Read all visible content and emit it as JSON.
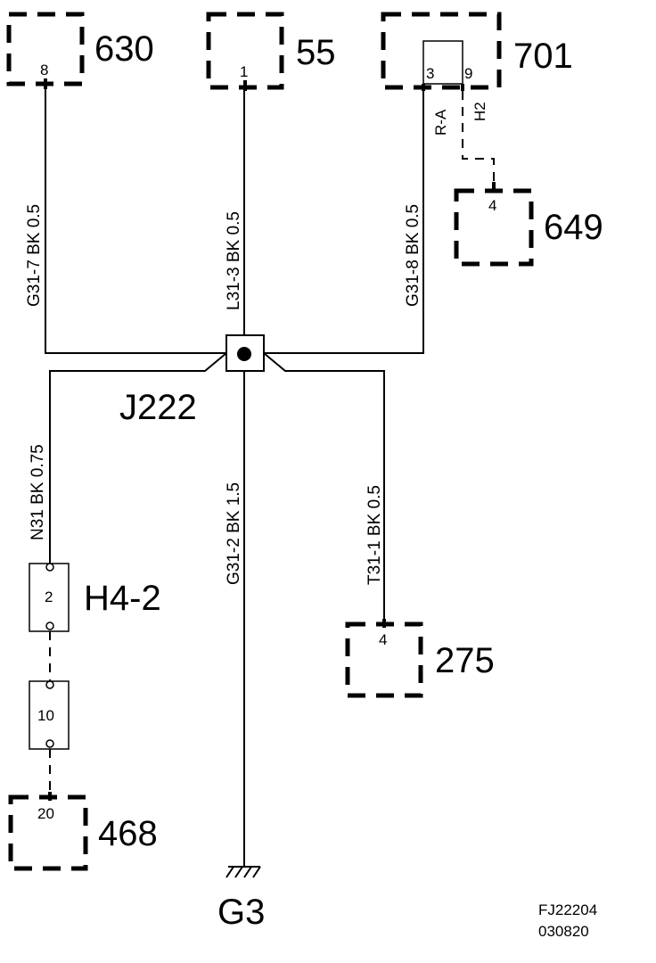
{
  "components": {
    "c630": {
      "id": "630",
      "pin": "8"
    },
    "c55": {
      "id": "55",
      "pin": "1"
    },
    "c701": {
      "id": "701",
      "pin_a": "3",
      "pin_b": "9"
    },
    "c649": {
      "id": "649",
      "pin": "4"
    },
    "c275": {
      "id": "275",
      "pin": "4"
    },
    "c468": {
      "id": "468",
      "pin": "20"
    }
  },
  "splice": {
    "id": "J222"
  },
  "connector": {
    "id": "H4-2",
    "pin_top": "2",
    "pin_bottom": "10"
  },
  "ground": {
    "id": "G3"
  },
  "wires": {
    "w630": "G31-7  BK  0.5",
    "w55": "L31-3  BK  0.5",
    "w701": "G31-8  BK  0.5",
    "w_n31": "N31  BK  0.75",
    "w_g3": "G31-2  BK  1.5",
    "w_275": "T31-1 BK  0.5",
    "w_ra": "R-A",
    "w_h2": "H2"
  },
  "footer": {
    "code": "FJ22204",
    "date": "030820"
  }
}
